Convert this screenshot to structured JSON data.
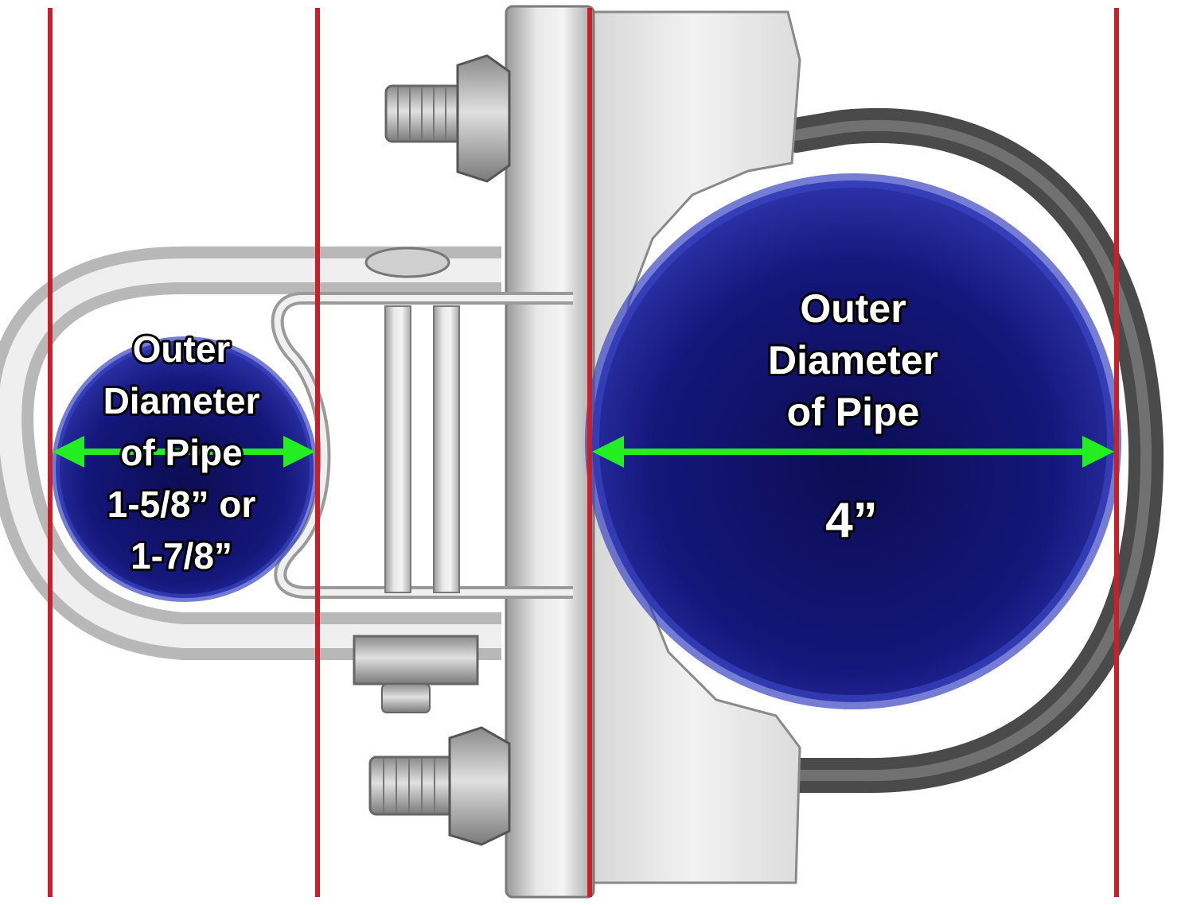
{
  "small_pipe": {
    "label_lines": [
      "Outer",
      "Diameter",
      "of Pipe",
      "1-5/8” or",
      "1-7/8”"
    ]
  },
  "large_pipe": {
    "label_lines": [
      "Outer",
      "Diameter",
      "of Pipe"
    ],
    "measurement": "4”"
  },
  "colors": {
    "guide_line": "#c8202a",
    "arrow": "#22ee22",
    "pipe_blue": "#1c1f8c",
    "pipe_deep": "#0c0d52",
    "metal_light": "#e6e6e6",
    "metal_mid": "#bdbdbd",
    "metal_dark": "#6f6f6f",
    "rod_dark": "#555555"
  }
}
